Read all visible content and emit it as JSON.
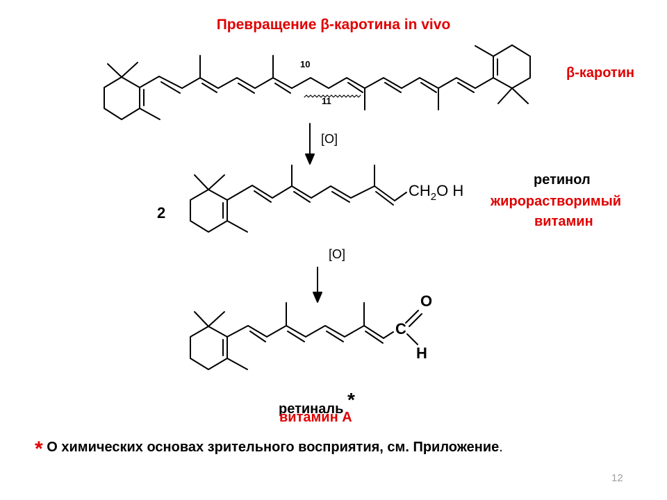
{
  "slide": {
    "title": "Превращение β-каротина in vivo",
    "page_number": "12"
  },
  "beta_carotene": {
    "name": "β-каротин",
    "atom_10": "10",
    "atom_11": "11",
    "oxidation_1": "[O]"
  },
  "retinol": {
    "coefficient": "2",
    "group_prefix": "CH",
    "group_sub": "2",
    "group_suffix": "O H",
    "name": "ретинол",
    "desc_line1": "жирорастворимый",
    "desc_line2": "витамин",
    "oxidation_2": "[O]"
  },
  "retinal": {
    "atom_O": "O",
    "atom_C": "C",
    "atom_H": "H",
    "name": "ретиналь",
    "name_star": "*",
    "vitamin": "витамин А"
  },
  "footnote": {
    "star": "*",
    "text": "О химических основах зрительного восприятия, см. Приложение",
    "end": "."
  },
  "colors": {
    "accent_red": "#e00000",
    "text": "#000000",
    "page_number": "#a0a0a0"
  }
}
